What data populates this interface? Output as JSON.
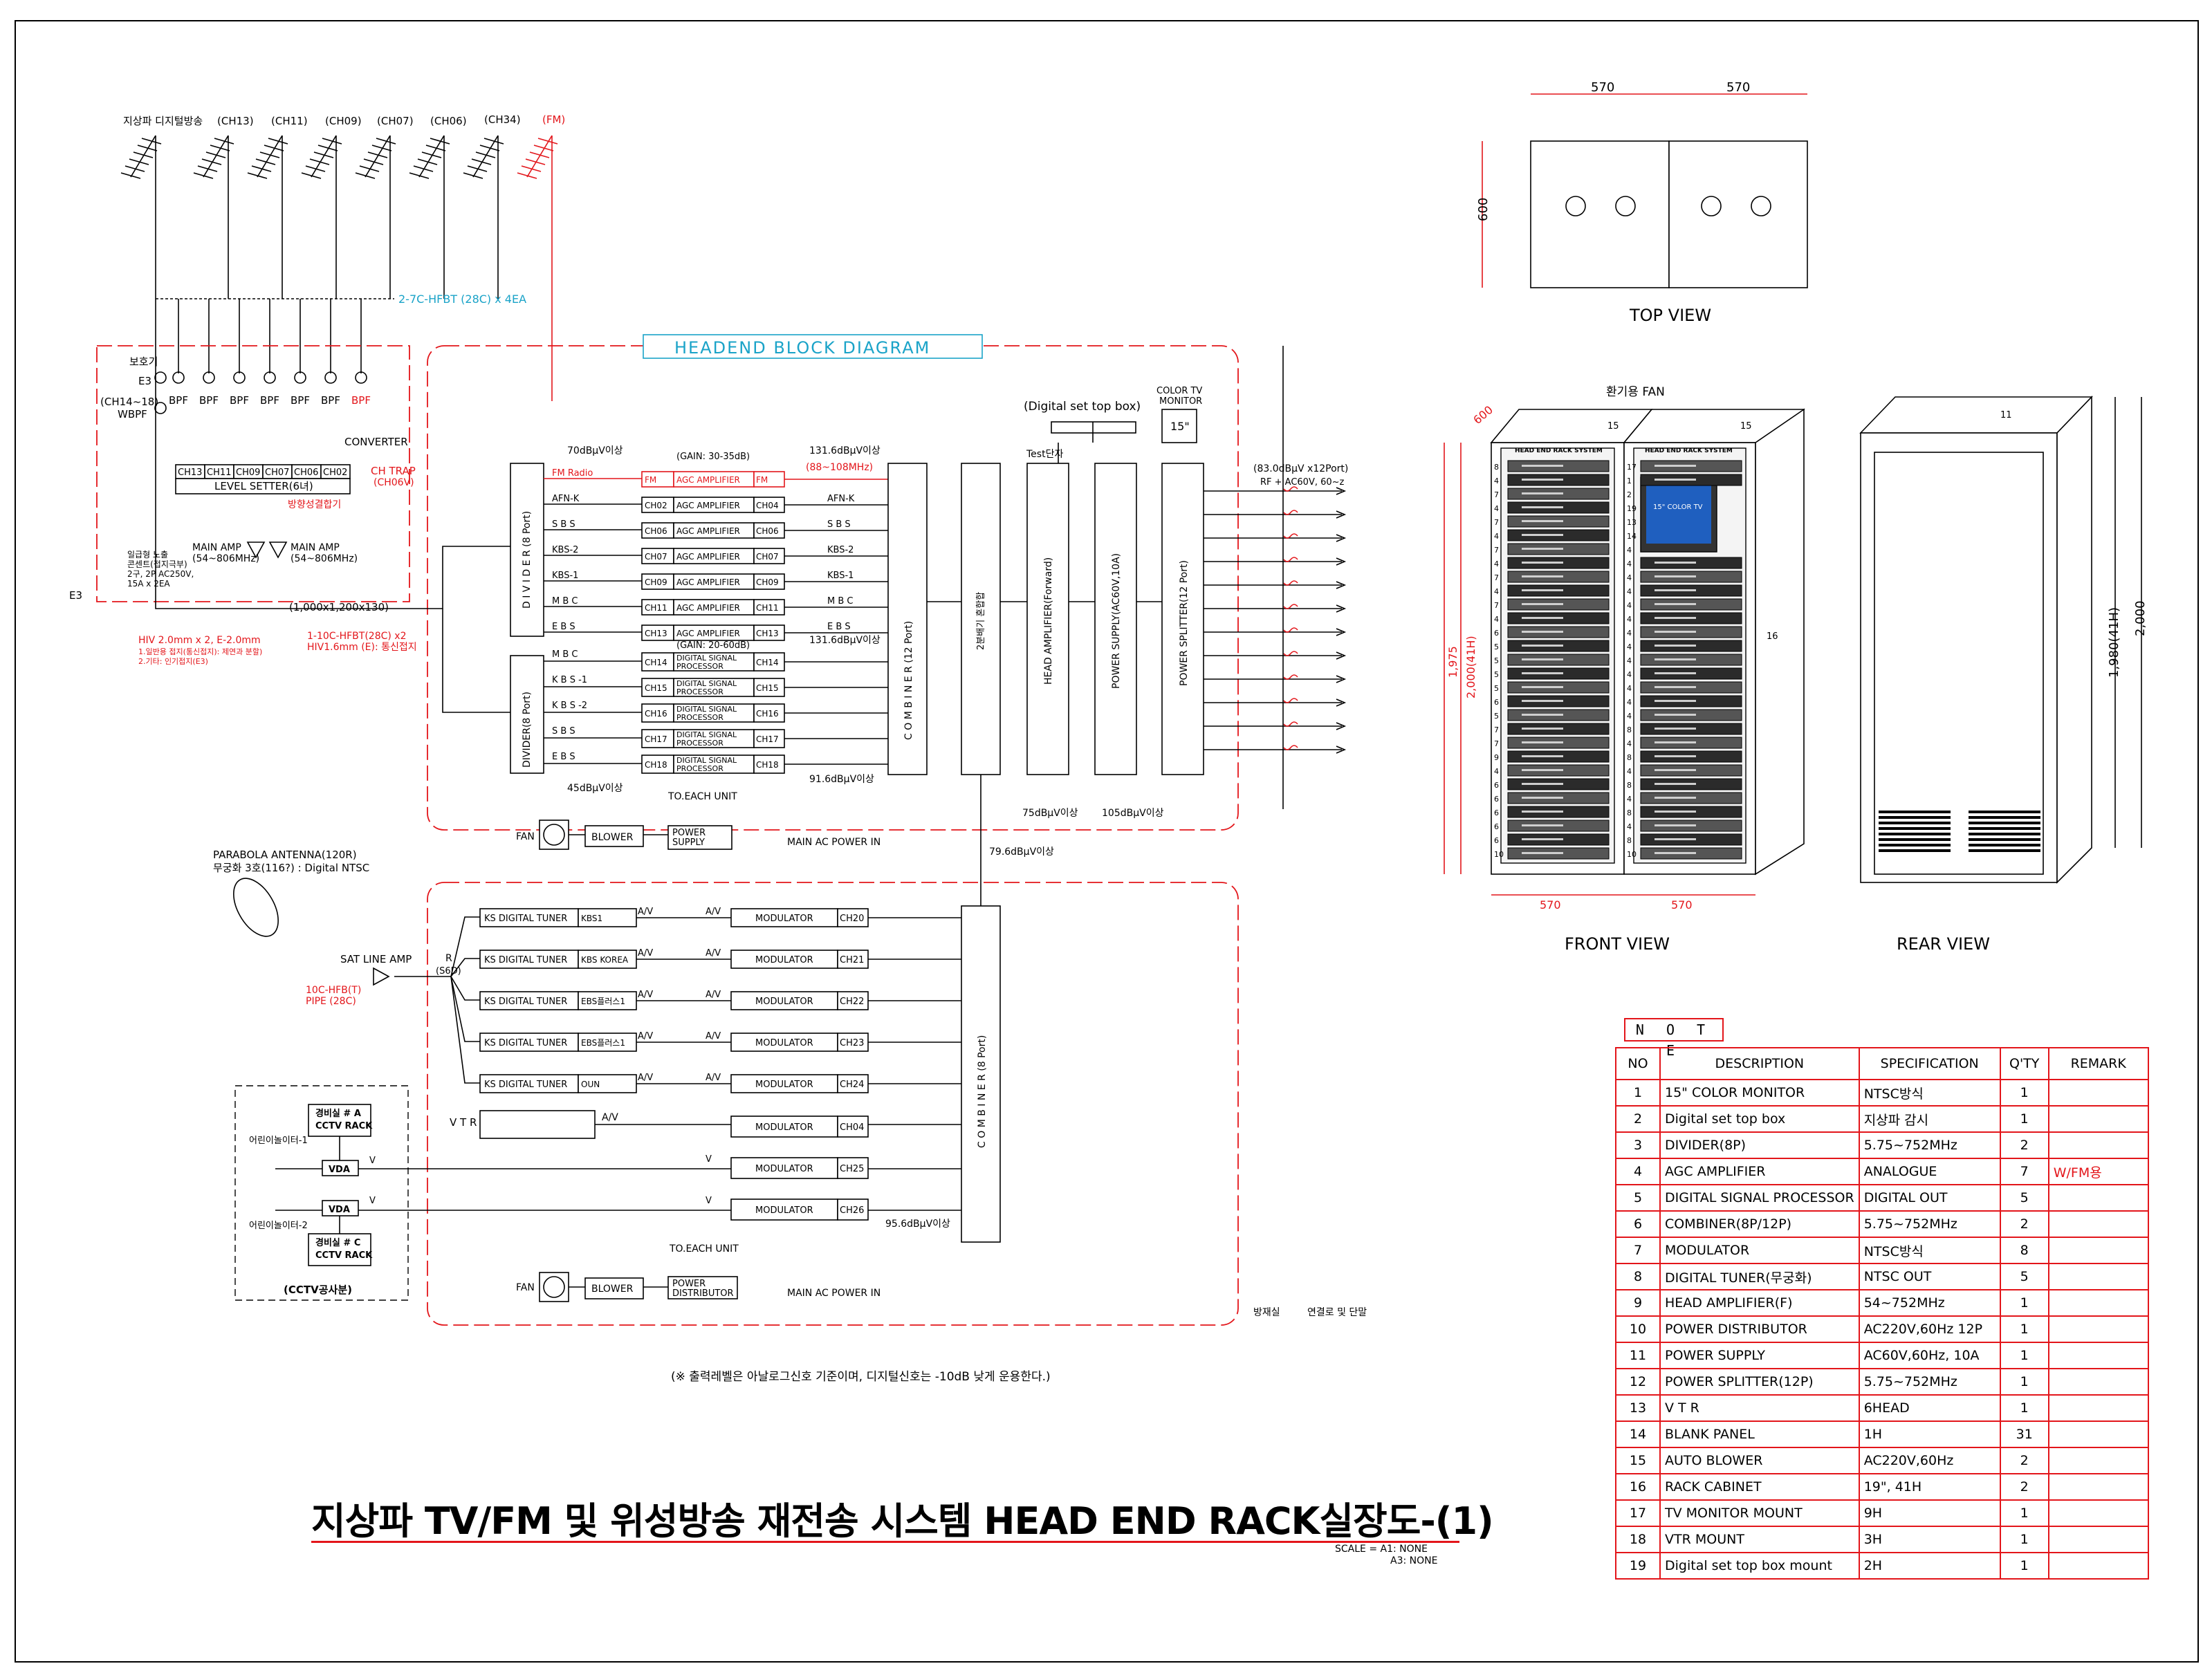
{
  "antennas": {
    "labels": [
      "지상파 디지털방송",
      "(CH13)",
      "(CH11)",
      "(CH09)",
      "(CH07)",
      "(CH06)",
      "(CH34)",
      "(FM)"
    ],
    "cable_note": "2-7C-HFBT (28C) x 4EA"
  },
  "front_end": {
    "protector": "보호기",
    "e3": "E3",
    "wbpf_ch": "(CH14~18)",
    "wbpf": "WBPF",
    "bpf": "BPF",
    "converter": "CONVERTER",
    "ch_trap": "CH TRAP",
    "ch_trap_sub": "(CH06V)",
    "level_setter_channels": [
      "CH13",
      "CH11",
      "CH09",
      "CH07",
      "CH06",
      "CH02"
    ],
    "level_setter": "LEVEL SETTER(6녀)",
    "surge": "방향성결합기",
    "main_amp_1": "MAIN AMP",
    "main_amp_1_freq": "(54~806MHz)",
    "main_amp_2": "MAIN AMP",
    "main_amp_2_freq": "(54~806MHz)",
    "power_note_1": "일급형 노출",
    "power_note_2": "콘센트(접지극부)",
    "power_note_3": "2구, 2P AC250V,",
    "power_note_4": "15A x 2EA",
    "e3_bottom": "E3",
    "box_dim": "(1,000x1,200x130)",
    "cable_1": "1-10C-HFBT(28C) x2",
    "cable_2": "HIV1.6mm (E): 통신접지",
    "hiv_1": "HIV 2.0mm x 2, E-2.0mm",
    "hiv_2": "1.일반용 접지(통신접지): 제연과 분할)",
    "hiv_3": "2.기타: 인기접지(E3)"
  },
  "headend": {
    "title": "HEADEND BLOCK DIAGRAM",
    "gain1": "(GAIN: 30-35dB)",
    "gain2": "(GAIN: 20-60dB)",
    "level_in": "70dBμV이상",
    "level_out1": "131.6dBμV이상",
    "fm_range": "(88~108MHz)",
    "fm_radio": "FM Radio",
    "divider1": "D I V I D E R (8 Port)",
    "divider2": "DIVIDER(8 Port)",
    "combiner1": "C O M B I N E R (12 Port)",
    "mixer": "2분배기 혼합합",
    "head_amp": "HEAD AMPLIFIER(Forward)",
    "power_supply": "POWER SUPPLY(AC60V,10A)",
    "power_splitter": "POWER SPLITTER(12 Port)",
    "agc_rows": [
      {
        "in": "FM Radio",
        "ch": "FM",
        "dev": "AGC AMPLIFIER",
        "out_ch": "FM",
        "out": ""
      },
      {
        "in": "AFN-K",
        "ch": "CH02",
        "dev": "AGC AMPLIFIER",
        "out_ch": "CH04",
        "out": "AFN-K"
      },
      {
        "in": "S B S",
        "ch": "CH06",
        "dev": "AGC AMPLIFIER",
        "out_ch": "CH06",
        "out": "S B S"
      },
      {
        "in": "KBS-2",
        "ch": "CH07",
        "dev": "AGC AMPLIFIER",
        "out_ch": "CH07",
        "out": "KBS-2"
      },
      {
        "in": "KBS-1",
        "ch": "CH09",
        "dev": "AGC AMPLIFIER",
        "out_ch": "CH09",
        "out": "KBS-1"
      },
      {
        "in": "M B C",
        "ch": "CH11",
        "dev": "AGC AMPLIFIER",
        "out_ch": "CH11",
        "out": "M B C"
      },
      {
        "in": "E B S",
        "ch": "CH13",
        "dev": "AGC AMPLIFIER",
        "out_ch": "CH13",
        "out": "E B S"
      }
    ],
    "dsp_rows": [
      {
        "in": "M B C",
        "ch": "CH14",
        "dev1": "DIGITAL SIGNAL",
        "dev2": "PROCESSOR",
        "out_ch": "CH14"
      },
      {
        "in": "K B S -1",
        "ch": "CH15",
        "dev1": "DIGITAL SIGNAL",
        "dev2": "PROCESSOR",
        "out_ch": "CH15"
      },
      {
        "in": "K B S -2",
        "ch": "CH16",
        "dev1": "DIGITAL SIGNAL",
        "dev2": "PROCESSOR",
        "out_ch": "CH16"
      },
      {
        "in": "S B S",
        "ch": "CH17",
        "dev1": "DIGITAL SIGNAL",
        "dev2": "PROCESSOR",
        "out_ch": "CH17"
      },
      {
        "in": "E B S",
        "ch": "CH18",
        "dev1": "DIGITAL SIGNAL",
        "dev2": "PROCESSOR",
        "out_ch": "CH18"
      }
    ],
    "level_out2": "131.6dBμV이상",
    "level_in2": "45dBμV이상",
    "level_out3": "91.6dBμV이상",
    "level_head": "75dBμV이상",
    "level_ps": "105dBμV이상",
    "level_mix": "79.6dBμV이상",
    "digital_stb": "(Digital set top box)",
    "test_port": "Test단자",
    "color_tv": "COLOR TV",
    "monitor": "MONITOR",
    "monitor_size": "15\"",
    "output_label": "(83.0dBμV x12Port)",
    "output_sub": "RF + AC60V, 60~z",
    "fan": "FAN",
    "blower": "BLOWER",
    "to_each_unit": "TO.EACH UNIT",
    "power_supply_box1": "POWER",
    "power_supply_box2": "SUPPLY",
    "main_ac": "MAIN AC POWER IN"
  },
  "satellite": {
    "antenna": "PARABOLA ANTENNA(120R)",
    "antenna_sub": "무궁화 3호(116?) : Digital NTSC",
    "sat_amp": "SAT LINE AMP",
    "rs": "R",
    "rs_sub": "(S6D)",
    "cable_1": "10C-HFB(T)",
    "cable_2": "PIPE (28C)",
    "tuner_rows": [
      {
        "tuner": "KS DIGITAL TUNER",
        "ch": "KBS1",
        "av": "A/V",
        "mod": "MODULATOR",
        "out": "CH20"
      },
      {
        "tuner": "KS DIGITAL TUNER",
        "ch": "KBS KOREA",
        "av": "A/V",
        "mod": "MODULATOR",
        "out": "CH21"
      },
      {
        "tuner": "KS DIGITAL TUNER",
        "ch": "EBS플러스1",
        "av": "A/V",
        "mod": "MODULATOR",
        "out": "CH22"
      },
      {
        "tuner": "KS DIGITAL TUNER",
        "ch": "EBS플러스1",
        "av": "A/V",
        "mod": "MODULATOR",
        "out": "CH23"
      },
      {
        "tuner": "KS DIGITAL TUNER",
        "ch": "OUN",
        "av": "A/V",
        "mod": "MODULATOR",
        "out": "CH24"
      }
    ],
    "vtr": "V T R",
    "vtr_av": "A/V",
    "vtr_mod": "MODULATOR",
    "vtr_out": "CH04",
    "cctv_box_a1": "경비실 # A",
    "cctv_box_a2": "CCTV RACK",
    "cctv_box_c1": "경비실 # C",
    "cctv_box_c2": "CCTV RACK",
    "kids_1": "어린이놀이터-1",
    "kids_2": "어린이놀이터-2",
    "vda": "VDA",
    "v": "V",
    "mod_25": "MODULATOR",
    "out_25": "CH25",
    "mod_26": "MODULATOR",
    "out_26": "CH26",
    "cctv_note": "(CCTV공사분)",
    "combiner2": "C O M B I N E R (8 Port)",
    "level_out": "95.6dBμV이상",
    "fan": "FAN",
    "blower": "BLOWER",
    "to_each_unit": "TO.EACH UNIT",
    "pd1": "POWER",
    "pd2": "DISTRIBUTOR",
    "main_ac": "MAIN AC POWER IN"
  },
  "room_labels": {
    "left": "방재실",
    "right": "연결로 및 단말"
  },
  "footnote": "(※ 출력레벨은 아날로그신호 기준이며, 디지털신호는 -10dB 낮게 운용한다.)",
  "views": {
    "top_dim_1": "570",
    "top_dim_2": "570",
    "top_depth": "600",
    "top_view": "TOP VIEW",
    "fan_label": "환기용 FAN",
    "front_depth": "600",
    "front_h1": "1,975",
    "front_h2": "2,000(41H)",
    "front_w1": "570",
    "front_w2": "570",
    "front_view": "FRONT VIEW",
    "rear_h1": "1,980(41H)",
    "rear_h2": "2,000",
    "rear_view": "REAR VIEW",
    "rack_header_1": "HEAD END RACK SYSTEM",
    "rack_header_2": "HEAD END RACK SYSTEM",
    "rack_left_nums": [
      "8",
      "4",
      "7",
      "4",
      "7",
      "4",
      "7",
      "4",
      "7",
      "4",
      "7",
      "4",
      "6",
      "5",
      "5",
      "5",
      "5",
      "6",
      "5",
      "7",
      "7",
      "9",
      "4",
      "6",
      "6",
      "6",
      "6",
      "6",
      "10"
    ],
    "rack_right_nums": [
      "17",
      "1",
      "2",
      "19",
      "13",
      "14",
      "4",
      "4",
      "4",
      "4",
      "4",
      "4",
      "4",
      "4",
      "4",
      "4",
      "4",
      "4",
      "4",
      "8",
      "4",
      "8",
      "4",
      "8",
      "4",
      "8",
      "4",
      "8",
      "10"
    ],
    "fan_15a": "15",
    "fan_15b": "15",
    "rear_11": "11",
    "side_16": "16",
    "monitor_text": "15\" COLOR TV"
  },
  "note": {
    "title": "N O T E",
    "headers": [
      "NO",
      "DESCRIPTION",
      "SPECIFICATION",
      "Q'TY",
      "REMARK"
    ],
    "rows": [
      [
        "1",
        "15\" COLOR MONITOR",
        "NTSC방식",
        "1",
        ""
      ],
      [
        "2",
        "Digital set top box",
        "지상파 감시",
        "1",
        ""
      ],
      [
        "3",
        "DIVIDER(8P)",
        "5.75~752MHz",
        "2",
        ""
      ],
      [
        "4",
        "AGC AMPLIFIER",
        "ANALOGUE",
        "7",
        "W/FM용"
      ],
      [
        "5",
        "DIGITAL SIGNAL PROCESSOR",
        "DIGITAL OUT",
        "5",
        ""
      ],
      [
        "6",
        "COMBINER(8P/12P)",
        "5.75~752MHz",
        "2",
        ""
      ],
      [
        "7",
        "MODULATOR",
        "NTSC방식",
        "8",
        ""
      ],
      [
        "8",
        "DIGITAL TUNER(무궁화)",
        "NTSC OUT",
        "5",
        ""
      ],
      [
        "9",
        "HEAD AMPLIFIER(F)",
        "54~752MHz",
        "1",
        ""
      ],
      [
        "10",
        "POWER DISTRIBUTOR",
        "AC220V,60Hz 12P",
        "1",
        ""
      ],
      [
        "11",
        "POWER SUPPLY",
        "AC60V,60Hz, 10A",
        "1",
        ""
      ],
      [
        "12",
        "POWER SPLITTER(12P)",
        "5.75~752MHz",
        "1",
        ""
      ],
      [
        "13",
        "V T R",
        "6HEAD",
        "1",
        ""
      ],
      [
        "14",
        "BLANK PANEL",
        "1H",
        "31",
        ""
      ],
      [
        "15",
        "AUTO BLOWER",
        "AC220V,60Hz",
        "2",
        ""
      ],
      [
        "16",
        "RACK CABINET",
        "19\", 41H",
        "2",
        ""
      ],
      [
        "17",
        "TV MONITOR MOUNT",
        "9H",
        "1",
        ""
      ],
      [
        "18",
        "VTR MOUNT",
        "3H",
        "1",
        ""
      ],
      [
        "19",
        "Digital set top box mount",
        "2H",
        "1",
        ""
      ]
    ]
  },
  "title": "지상파 TV/FM 및 위성방송 재전송 시스템 HEAD END RACK실장도-(1)",
  "scale_1": "SCALE = A1: NONE",
  "scale_2": "A3: NONE"
}
